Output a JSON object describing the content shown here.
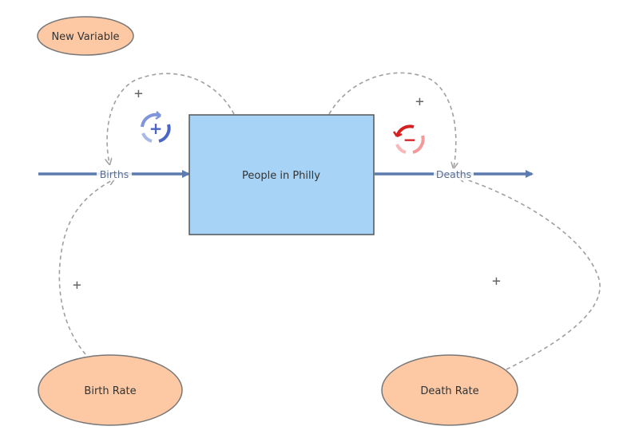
{
  "stock": {
    "label": "People in Philly"
  },
  "flows": {
    "births": {
      "label": "Births"
    },
    "deaths": {
      "label": "Deaths"
    }
  },
  "variables": {
    "new_variable": {
      "label": "New Variable"
    },
    "birth_rate": {
      "label": "Birth Rate"
    },
    "death_rate": {
      "label": "Death Rate"
    }
  },
  "loops": {
    "reinforcing": {
      "sign": "+",
      "color": "#4a64c8",
      "icon": "reinforcing-loop-icon"
    },
    "balancing": {
      "sign": "−",
      "color": "#d42020",
      "icon": "balancing-loop-icon"
    }
  },
  "polarities": {
    "births_feedback": "+",
    "deaths_feedback": "+",
    "birth_rate_link": "+",
    "death_rate_link": "+"
  },
  "colors": {
    "stock_fill": "#a6d3f6",
    "stock_border": "#555555",
    "variable_fill": "#fdc9a4",
    "variable_border": "#777777",
    "flow": "#5c7cb0",
    "link": "#a0a0a0"
  }
}
